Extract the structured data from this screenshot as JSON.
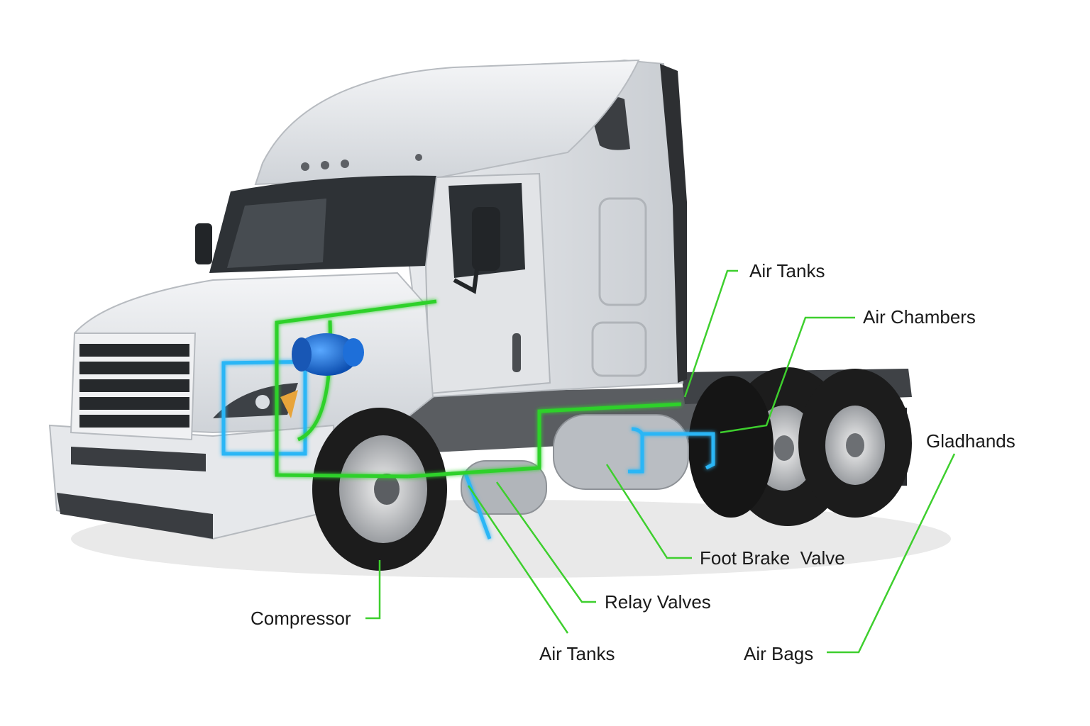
{
  "diagram": {
    "labels": {
      "air_tanks_top": "Air Tanks",
      "air_chambers": "Air Chambers",
      "gladhands": "Gladhands",
      "foot_brake_valve": "Foot Brake  Valve",
      "relay_valves": "Relay Valves",
      "compressor": "Compressor",
      "air_tanks_bottom": "Air Tanks",
      "air_bags": "Air Bags"
    },
    "colors": {
      "leader_line": "#3ecf2e",
      "air_line_green": "#2fd12a",
      "air_line_blue": "#29b6f6",
      "compressor_blue": "#1e6fd9",
      "truck_body": "#e4e6e9",
      "tire": "#1c1c1c",
      "background": "#ffffff"
    }
  }
}
